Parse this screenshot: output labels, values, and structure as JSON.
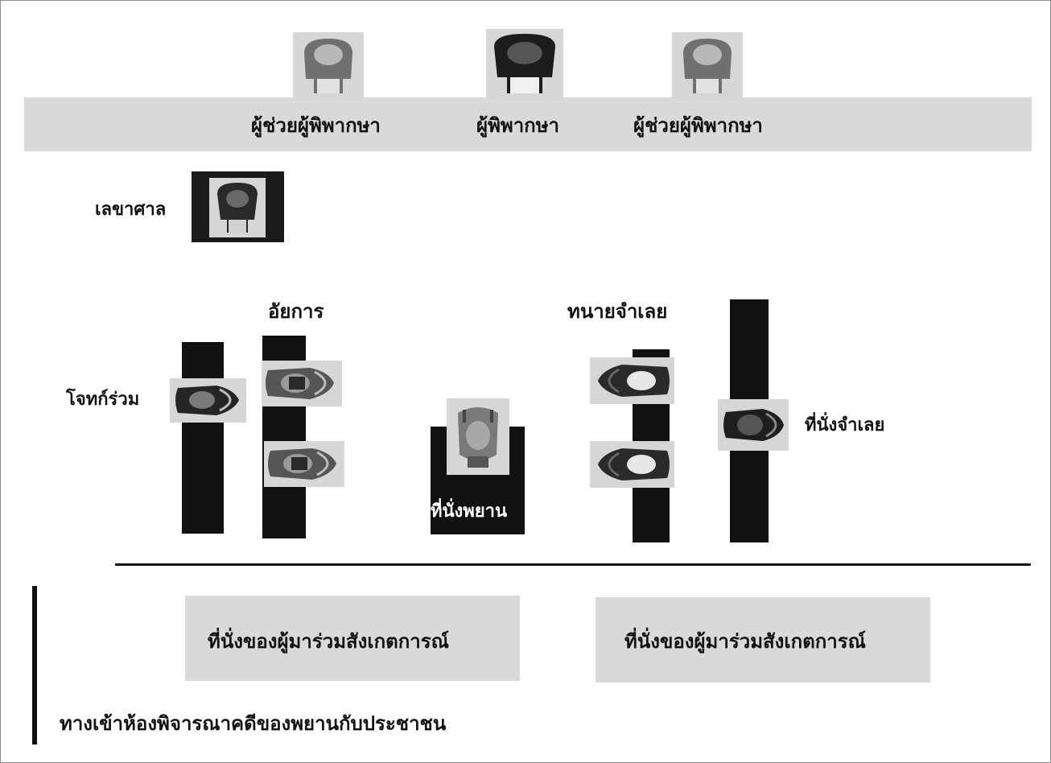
{
  "bench": {
    "assistant_judge_left": "ผู้ช่วยผู้พิพากษา",
    "judge": "ผู้พิพากษา",
    "assistant_judge_right": "ผู้ช่วยผู้พิพากษา"
  },
  "clerk": "เลขาศาล",
  "prosecutor": "อัยการ",
  "defense_lawyer": "ทนายจำเลย",
  "co_plaintiff": "โจทก์ร่วม",
  "witness_stand": "ที่นั่งพยาน",
  "defendant_seat": "ที่นั่งจำเลย",
  "observer_seats": [
    "ที่นั่งของผู้มาร่วมสังเกตการณ์",
    "ที่นั่งของผู้มาร่วมสังเกตการณ์"
  ],
  "entrance": "ทางเข้าห้องพิจารณาคดีของพยานกับประชาชน"
}
